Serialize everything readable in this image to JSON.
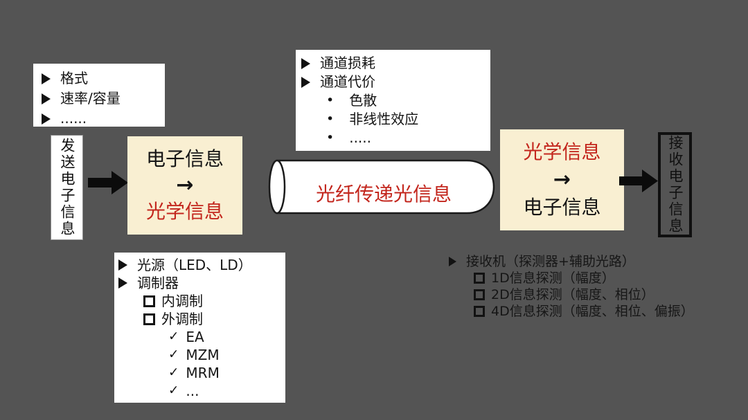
{
  "colors": {
    "background": "#545454",
    "box_white": "#ffffff",
    "box_cream": "#F9EFD2",
    "accent_red": "#C3261D",
    "text_black": "#141414"
  },
  "format_box": {
    "items": [
      {
        "bullet": "arrow",
        "text": "格式",
        "indent": 0
      },
      {
        "bullet": "arrow",
        "text": "速率/容量",
        "indent": 0
      },
      {
        "bullet": "arrow",
        "text": "......",
        "indent": 0
      }
    ]
  },
  "send_box": {
    "label": "发送电子信息"
  },
  "encode_box": {
    "top": "电子信息",
    "arrow": "→",
    "bottom": "光学信息"
  },
  "channel_box": {
    "items": [
      {
        "bullet": "arrow",
        "text": "通道损耗",
        "indent": 0
      },
      {
        "bullet": "arrow",
        "text": "通道代价",
        "indent": 0
      },
      {
        "bullet": "dot",
        "text": "色散",
        "indent": 1
      },
      {
        "bullet": "dot",
        "text": "非线性效应",
        "indent": 1
      },
      {
        "bullet": "dot",
        "text": ".....",
        "indent": 1
      }
    ]
  },
  "fiber": {
    "label": "光纤传递光信息"
  },
  "decode_box": {
    "top": "光学信息",
    "arrow": "→",
    "bottom": "电子信息"
  },
  "receive_box": {
    "label": "接收电子信息"
  },
  "modulator_box": {
    "items": [
      {
        "bullet": "arrow",
        "text": "光源（LED、LD）",
        "indent": 0
      },
      {
        "bullet": "arrow",
        "text": "调制器",
        "indent": 0
      },
      {
        "bullet": "square",
        "text": "内调制",
        "indent": 1
      },
      {
        "bullet": "square",
        "text": "外调制",
        "indent": 1
      },
      {
        "bullet": "check",
        "text": "EA",
        "indent": 2
      },
      {
        "bullet": "check",
        "text": "MZM",
        "indent": 2
      },
      {
        "bullet": "check",
        "text": "MRM",
        "indent": 2
      },
      {
        "bullet": "check",
        "text": "...",
        "indent": 2
      }
    ]
  },
  "receiver_notes": {
    "items": [
      {
        "bullet": "arrow",
        "text": "接收机（探测器+辅助光路）",
        "indent": 0
      },
      {
        "bullet": "square",
        "text": "1D信息探测（幅度）",
        "indent": 1
      },
      {
        "bullet": "square",
        "text": "2D信息探测（幅度、相位）",
        "indent": 1
      },
      {
        "bullet": "square",
        "text": "4D信息探测（幅度、相位、偏振）",
        "indent": 1
      }
    ]
  }
}
